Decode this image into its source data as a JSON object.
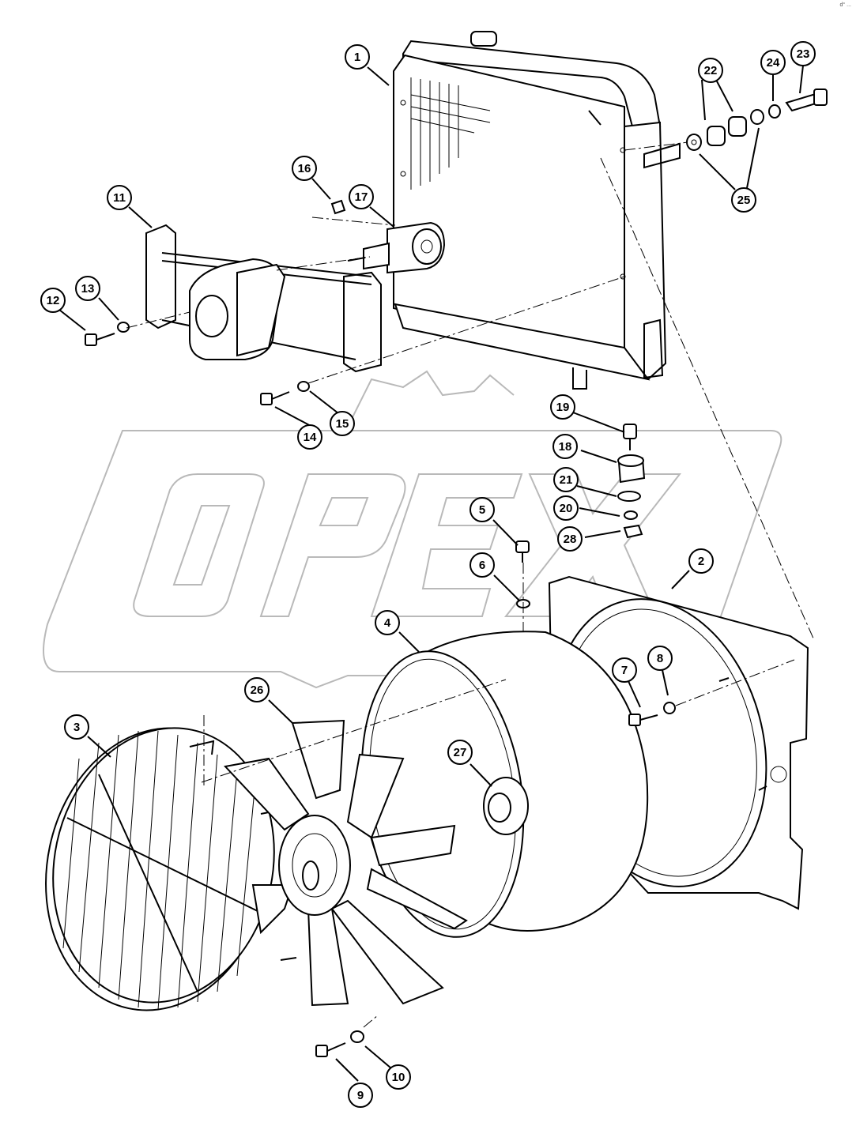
{
  "corner_mark": "d° ...",
  "watermark": {
    "text": "OPEX"
  },
  "callouts": {
    "c1": "1",
    "c2": "2",
    "c3": "3",
    "c4": "4",
    "c5": "5",
    "c6": "6",
    "c7": "7",
    "c8": "8",
    "c9": "9",
    "c10": "10",
    "c11": "11",
    "c12": "12",
    "c13": "13",
    "c14": "14",
    "c15": "15",
    "c16": "16",
    "c17": "17",
    "c18": "18",
    "c19": "19",
    "c20": "20",
    "c21": "21",
    "c22": "22",
    "c23": "23",
    "c24": "24",
    "c25": "25",
    "c26": "26",
    "c27": "27",
    "c28": "28"
  }
}
